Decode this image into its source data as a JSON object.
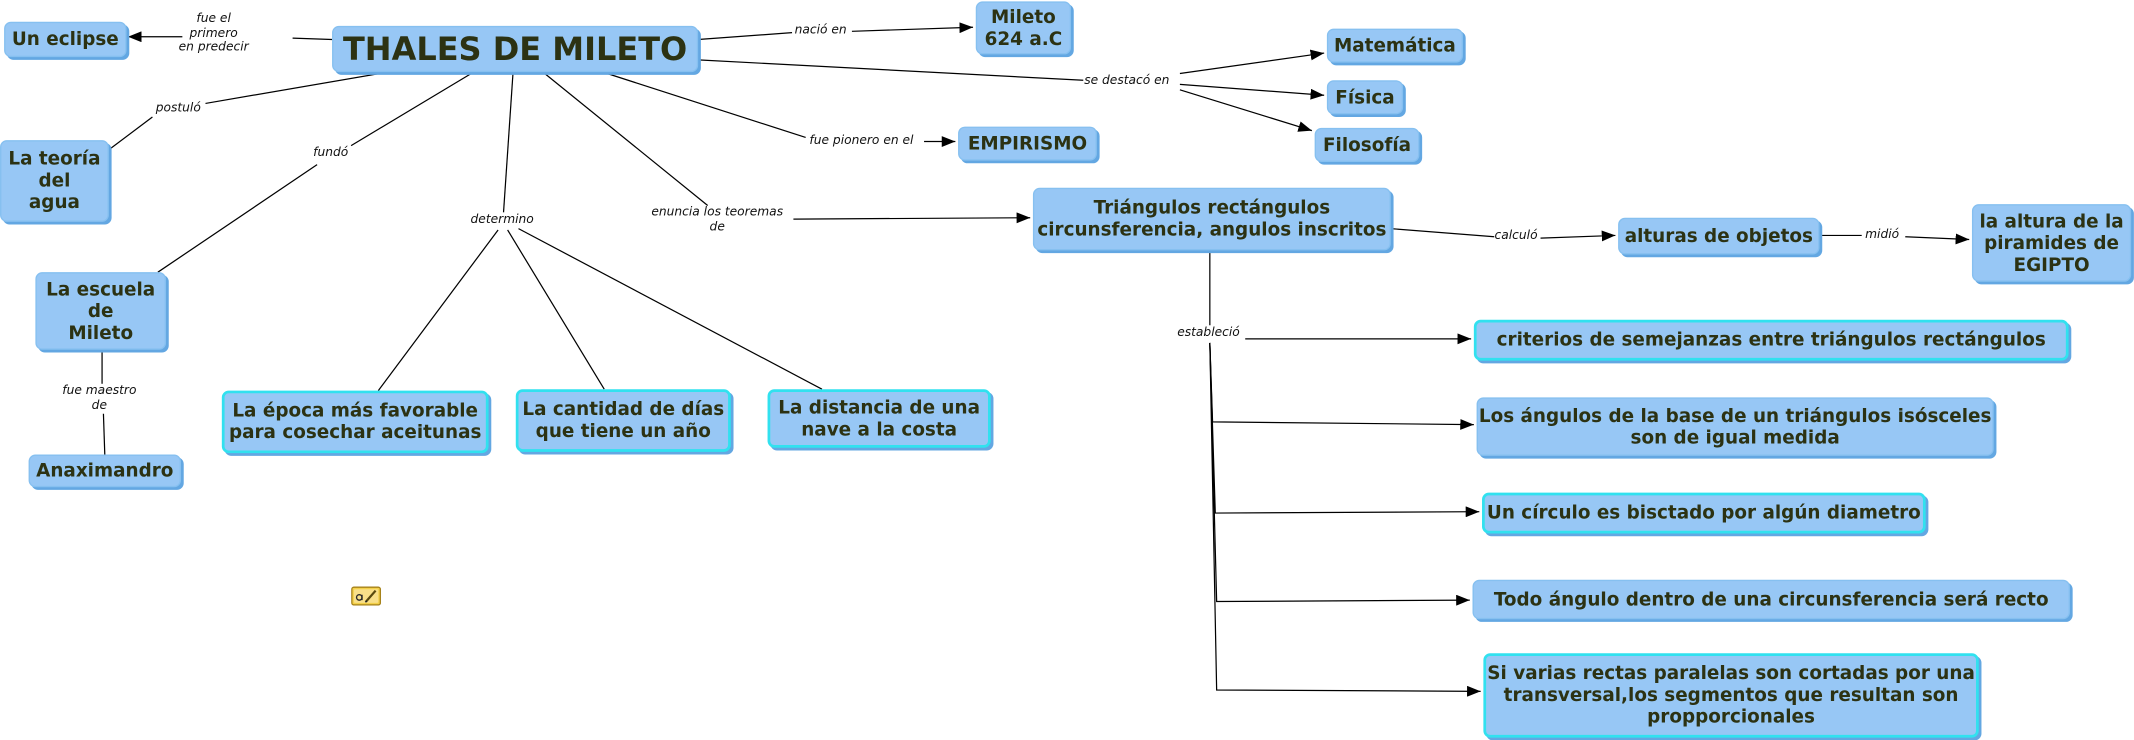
{
  "concepts": {
    "thales": "THALES DE MILETO",
    "un_eclipse": "Un eclipse",
    "mileto": "Mileto\n624 a.C",
    "matematica": "Matemática",
    "fisica": "Física",
    "filosofia": "Filosofía",
    "empirismo": "EMPIRISMO",
    "teoria_agua": "La teoría\ndel\nagua",
    "escuela_mileto": "La escuela\nde\nMileto",
    "anaximandro": "Anaximandro",
    "epoca_aceitunas": "La época más favorable\npara cosechar aceitunas",
    "dias_anio": "La cantidad de días\nque tiene un año",
    "distancia_nave": "La distancia de una\nnave a la costa",
    "triangulos": "Triángulos rectángulos\ncircunsferencia, angulos inscritos",
    "alturas": "alturas de objetos",
    "piramides": "la altura de la\npiramides de\nEGIPTO",
    "criterios": "criterios de semejanzas entre triángulos rectángulos",
    "angulos_isosceles": "Los ángulos de la base de un triángulos isósceles\nson de igual medida",
    "circulo": "Un círculo es bisctado por algún diametro",
    "angulo_recto": "Todo ángulo dentro de una circunsferencia será recto",
    "paralelas": "Si varias rectas paralelas son cortadas por una\ntransversal,los segmentos que resultan son\npropporcionales"
  },
  "links": {
    "predecir": "fue el\nprimero\nen predecir",
    "nacio": "nació en",
    "destaco": "se destacó en",
    "pionero": "fue pionero en el",
    "postulo": "postuló",
    "fundo": "fundó",
    "determino": "determino",
    "enuncia": "enuncia los teoremas\nde",
    "calculo": "calculó",
    "midio": "midió",
    "maestro": "fue maestro\nde",
    "establecio": "estableció"
  },
  "colors": {
    "node_fill": "#97c7f5",
    "node_edge": "#63a7e2",
    "accent_border": "#31e1ef",
    "text": "#2c3213",
    "connector": "#000000"
  },
  "icons": {
    "resource": "annotation-icon"
  }
}
